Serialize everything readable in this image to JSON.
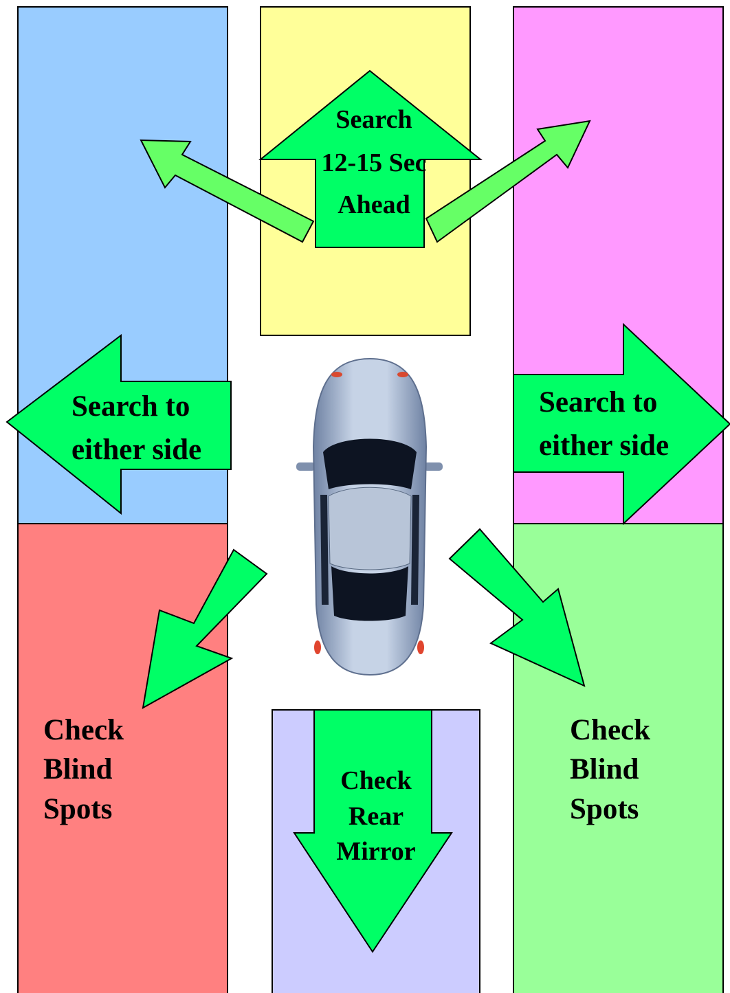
{
  "zones": {
    "left_front": {
      "color": "#99ccff"
    },
    "ahead": {
      "color": "#ffff99"
    },
    "right_front": {
      "color": "#ff99ff"
    },
    "left_rear": {
      "color": "#ff8080"
    },
    "rear": {
      "color": "#ccccff"
    },
    "right_rear": {
      "color": "#99ff99"
    }
  },
  "arrow_color": "#00ff66",
  "arrow_light_color": "#66ff66",
  "labels": {
    "ahead": {
      "line1": "Search",
      "line2": "12-15 Sec",
      "line3": "Ahead"
    },
    "left_side": {
      "line1": "Search to",
      "line2": "either side"
    },
    "right_side": {
      "line1": "Search to",
      "line2": "either side"
    },
    "left_blind": {
      "line1": "Check",
      "line2": "Blind",
      "line3": "Spots"
    },
    "right_blind": {
      "line1": "Check",
      "line2": "Blind",
      "line3": "Spots"
    },
    "rear": {
      "line1": "Check",
      "line2": "Rear",
      "line3": "Mirror"
    }
  },
  "car": {
    "icon": "car-top-view-icon",
    "body_color": "#9aaecb"
  }
}
